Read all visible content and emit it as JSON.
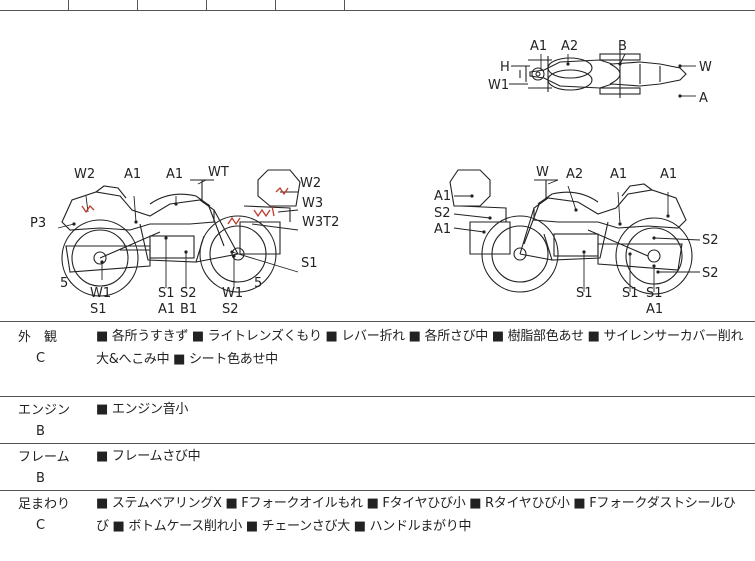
{
  "diagram": {
    "top_view": [
      "A1",
      "A2",
      "B",
      "H",
      "W1",
      "W",
      "A"
    ],
    "left_side": [
      "W2",
      "A1",
      "A1",
      "WT",
      "W2",
      "W3",
      "W3T2",
      "P3",
      "S1",
      "5",
      "W1",
      "S1",
      "S1",
      "S2",
      "A1",
      "B1",
      "W1",
      "S2",
      "5"
    ],
    "right_side": [
      "W",
      "A2",
      "A1",
      "A1",
      "A1",
      "S2",
      "A1",
      "S2",
      "S2",
      "S1",
      "S1",
      "S1",
      "A1"
    ]
  },
  "sections": [
    {
      "name": "外　観",
      "grade": "C",
      "text": "■ 各所うすきず ■ ライトレンズくもり ■ レバー折れ ■ 各所さび中 ■ 樹脂部色あせ ■ サイレンサーカバー削れ大&へこみ中 ■ シート色あせ中"
    },
    {
      "name": "エンジン",
      "grade": "B",
      "text": "■ エンジン音小"
    },
    {
      "name": "フレーム",
      "grade": "B",
      "text": "■ フレームさび中"
    },
    {
      "name": "足まわり",
      "grade": "C",
      "text": "■ ステムベアリングX ■ Fフォークオイルもれ ■ Fタイヤひび小 ■ Rタイヤひび小 ■ Fフォークダストシールひび ■ ボトムケース削れ小 ■ チェーンさび大 ■ ハンドルまがり中"
    }
  ]
}
